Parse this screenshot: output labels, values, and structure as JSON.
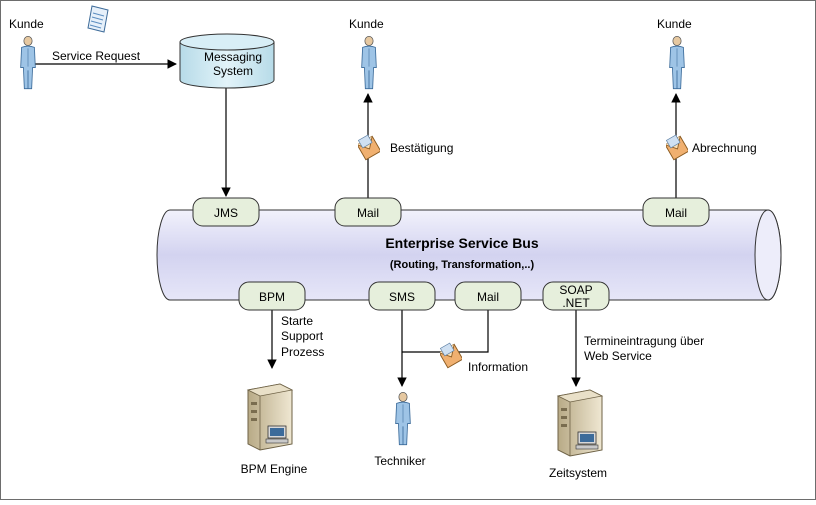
{
  "bus": {
    "title": "Enterprise Service Bus",
    "subtitle": "(Routing, Transformation,..)"
  },
  "actors": {
    "kunde_left": "Kunde",
    "kunde_mid": "Kunde",
    "kunde_right": "Kunde",
    "techniker": "Techniker"
  },
  "messaging": {
    "line1": "Messaging",
    "line2": "System"
  },
  "connectors": {
    "jms": "JMS",
    "mail_top": "Mail",
    "mail_top_right": "Mail",
    "bpm": "BPM",
    "sms": "SMS",
    "mail_bottom": "Mail",
    "soap_line1": "SOAP",
    "soap_line2": ".NET"
  },
  "labels": {
    "service_request": "Service Request",
    "bestaetigung": "Bestätigung",
    "abrechnung": "Abrechnung",
    "starte_1": "Starte",
    "starte_2": "Support",
    "starte_3": "Prozess",
    "information": "Information",
    "termin_1": "Termineintragung über",
    "termin_2": "Web Service"
  },
  "servers": {
    "bpm_engine": "BPM Engine",
    "zeitsystem": "Zeitsystem"
  },
  "colors": {
    "bus_fill": "#d9d9f2",
    "connector_fill": "#e6efdc",
    "cylinder_fill": "#cde7ef",
    "person_fill": "#9ec4e6",
    "envelope": "#e8a766"
  }
}
